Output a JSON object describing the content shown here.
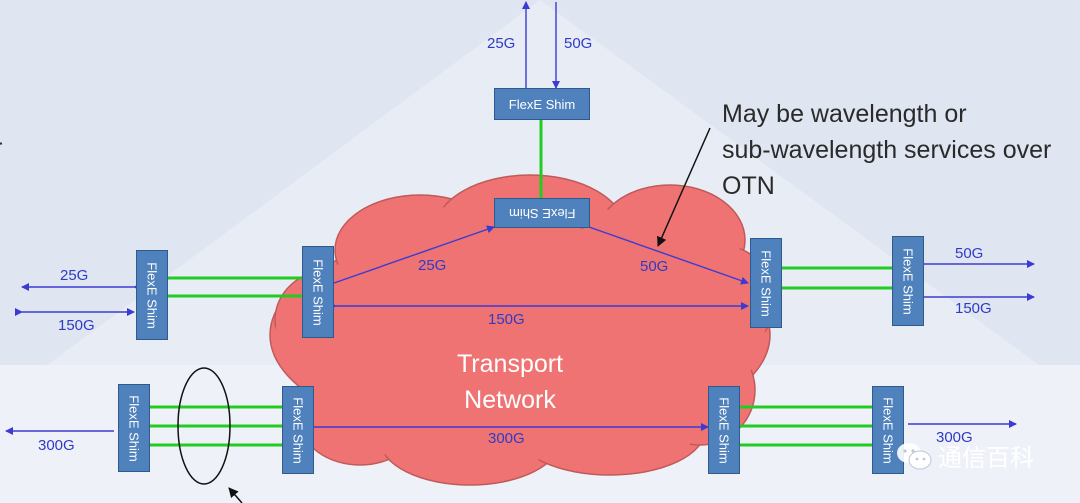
{
  "shim_label": "FlexE Shim",
  "top_rates": {
    "left": "25G",
    "right": "50G"
  },
  "left_rates": {
    "upper": "25G",
    "lower": "150G"
  },
  "right_rates": {
    "upper": "50G",
    "lower": "150G"
  },
  "cloud_links": {
    "to_top_left": "25G",
    "to_top_right": "50G",
    "middle": "150G",
    "bottom": "300G"
  },
  "bottom_left_rate": "300G",
  "bottom_right_rate": "300G",
  "cloud": {
    "line1": "Transport",
    "line2": "Network"
  },
  "annotation": {
    "line1": "May be wavelength or",
    "line2": "sub-wavelength services over",
    "line3": "OTN"
  },
  "partial_left_char": "r",
  "watermark": "通信百科",
  "colors": {
    "shim_fill": "#4f81bd",
    "cloud_fill": "#f07373",
    "green_link": "#22cc22",
    "arrow": "#3b3bd1",
    "background": "#dfe6f1"
  }
}
